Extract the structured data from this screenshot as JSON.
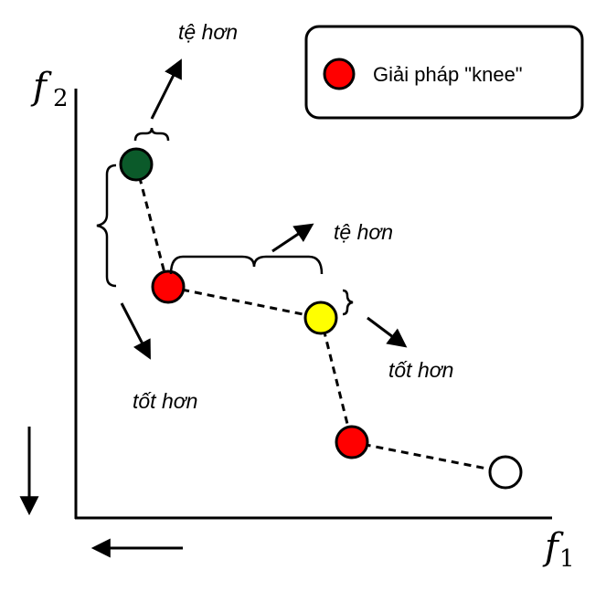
{
  "axes": {
    "x_label": "f",
    "x_subscript": "1",
    "y_label": "f",
    "y_subscript": "2"
  },
  "legend": {
    "label": "Giải pháp \"knee\"",
    "marker_color": "#ff0000"
  },
  "annotations": {
    "worse_top": "tệ hơn",
    "worse_middle": "tệ hơn",
    "better_left": "tốt hơn",
    "better_right": "tốt hơn"
  },
  "colors": {
    "dark_green": "#0b5a2a",
    "red": "#ff0000",
    "yellow": "#ffff00",
    "white": "#ffffff"
  }
}
